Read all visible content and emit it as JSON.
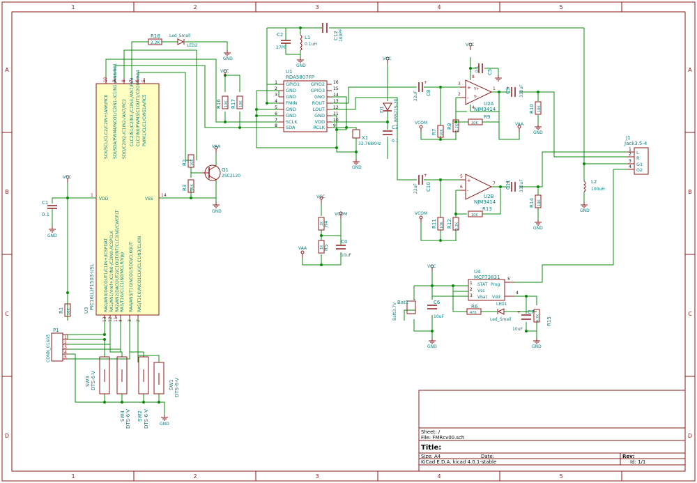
{
  "colors": {
    "frame": "#8b1a1a",
    "wire": "#0a8a0a",
    "part": "#8b1a1a",
    "label": "#0a7f7f",
    "ic_fill": "#ffffc2",
    "ref": "#0a0a0a",
    "junction": "#0a8a0a"
  },
  "frame": {
    "cols": [
      "1",
      "2",
      "3",
      "4",
      "5"
    ],
    "rows": [
      "A",
      "B",
      "C",
      "D"
    ]
  },
  "title_block": {
    "sheet": "Sheet: /",
    "file": "File: FMRcv00.sch",
    "title": "Title:",
    "size": "Size: A4",
    "date": "Date:",
    "rev": "Rev:",
    "tool": "KiCad E.D.A.  kicad 4.0.1-stable",
    "id": "Id: 1/1"
  },
  "mcu": {
    "ref": "U3",
    "value": "PIC16(L)F1503-I/SL",
    "pins_top": [
      {
        "num": "10",
        "name": "SCK/SCL/CLC2/C2IN+/AN6/RC0"
      },
      {
        "num": "9",
        "name": "SDI/SDA/PWM4/NCO1/C2IN1-/C1IN1-/AN5/RC1"
      },
      {
        "num": "8",
        "name": "SDO/C2IN2-/C1IN2-/AN7/RC2"
      },
      {
        "num": "7",
        "name": "CLC2IN1/C2IN3-/C1IN3-/AN7/RC3"
      },
      {
        "num": "6",
        "name": "CLC2IN0/PWM3/C1OUT1/C2OUT/RC4"
      },
      {
        "num": "5",
        "name": "PWM1/CLC1/CWG1A/RC5"
      }
    ],
    "pins_bottom": [
      {
        "num": "13",
        "name": "RA0/AN0/DACOUT1/C1IN+/ICSPDAT"
      },
      {
        "num": "12",
        "name": "RA1/AN1/Vref+/C1IN0-/C2IN0-/ICSPCLK"
      },
      {
        "num": "11",
        "name": "RA2/AN2/DACOUT2/C1OUT/INT/CLC1IN0/CWGFLT"
      },
      {
        "num": "4",
        "name": "RA3/T1G/CLC1IN0/MCLR/Vpp"
      },
      {
        "num": "3",
        "name": "RA4/AN3/T1G/NCO1/SDO/CLKOUT"
      },
      {
        "num": "2",
        "name": "RA5/T1CKI/NCO1CLK/CLC1IN3/CLKIN"
      }
    ],
    "vdd": "VDD",
    "vss": "VSS",
    "vdd_pin": "1",
    "vss_pin": "14"
  },
  "radio": {
    "ref": "U1",
    "value": "RDA5807FP",
    "left": [
      {
        "n": "1",
        "s": "GPIO1"
      },
      {
        "n": "2",
        "s": "GND"
      },
      {
        "n": "3",
        "s": "GND"
      },
      {
        "n": "4",
        "s": "FMIN"
      },
      {
        "n": "5",
        "s": "GND"
      },
      {
        "n": "6",
        "s": "GND"
      },
      {
        "n": "7",
        "s": "SCLK"
      },
      {
        "n": "8",
        "s": "SDA"
      }
    ],
    "right": [
      {
        "n": "16",
        "s": "GPIO2"
      },
      {
        "n": "15",
        "s": "GPIO3"
      },
      {
        "n": "14",
        "s": "GNO"
      },
      {
        "n": "13",
        "s": "ROUT"
      },
      {
        "n": "12",
        "s": "LOUT"
      },
      {
        "n": "11",
        "s": "GND"
      },
      {
        "n": "10",
        "s": "VDD"
      },
      {
        "n": "9",
        "s": "RCLK"
      }
    ]
  },
  "opamp_a": {
    "ref": "U2A",
    "value": "NJM3414",
    "p_plus": "3",
    "p_minus": "2",
    "p_out": "1",
    "p_v": "8",
    "p_g": "4"
  },
  "opamp_b": {
    "ref": "U2B",
    "value": "NJM3414",
    "p_plus": "5",
    "p_minus": "6",
    "p_out": "7"
  },
  "charger": {
    "ref": "U4",
    "value": "MCP73831",
    "l1": "STAT",
    "l2": "Vss",
    "l3": "Vbat",
    "r1": "Prog",
    "r2": "Vdd",
    "n1": "1",
    "n2": "2",
    "n3": "3",
    "n4": "4",
    "n5": "5"
  },
  "jack": {
    "ref": "J1",
    "value": "Jack3.5-4",
    "pins": [
      {
        "n": "1",
        "s": "L"
      },
      {
        "n": "2",
        "s": "R"
      },
      {
        "n": "3",
        "s": "G1"
      },
      {
        "n": "4",
        "s": "G2"
      }
    ]
  },
  "header": {
    "ref": "P1",
    "value": "CONN_01X05",
    "pins": [
      "1",
      "2",
      "3",
      "4",
      "5"
    ]
  },
  "transistor": {
    "ref": "Q1",
    "value": "2SC2120"
  },
  "crystal": {
    "ref": "X1",
    "value": "32.768KHz"
  },
  "diode": {
    "ref": "D1",
    "value": "RB521S-30"
  },
  "battery": {
    "ref": "Bat1",
    "value": "Batt3.7V"
  },
  "led2": {
    "ref": "LED2",
    "value": "Led_Small"
  },
  "led1": {
    "ref": "LED1",
    "value": "Led_Small"
  },
  "switches": [
    {
      "ref": "SW3",
      "value": "DTS-6-V"
    },
    {
      "ref": "SW4",
      "value": "DTS-6-V"
    },
    {
      "ref": "SW2",
      "value": "DTS-6-V"
    },
    {
      "ref": "SW1",
      "value": "DTS-6-V"
    }
  ],
  "passives": {
    "R18": {
      "ref": "R18",
      "value": "2.2K"
    },
    "R16": {
      "ref": "R16",
      "value": "10K"
    },
    "R17": {
      "ref": "R17",
      "value": "10K"
    },
    "R2": {
      "ref": "R2",
      "value": "10K"
    },
    "R3": {
      "ref": "R3",
      "value": "10K"
    },
    "R1": {
      "ref": "R1",
      "value": "10K"
    },
    "R4": {
      "ref": "R4",
      "value": "1K"
    },
    "R5": {
      "ref": "R5",
      "value": "1K"
    },
    "R7": {
      "ref": "R7",
      "value": "10K"
    },
    "R8": {
      "ref": "R8",
      "value": "2.2K"
    },
    "R9": {
      "ref": "R9",
      "value": "10K"
    },
    "R10": {
      "ref": "R10",
      "value": "10K"
    },
    "R11": {
      "ref": "R11",
      "value": "10K"
    },
    "R12": {
      "ref": "R12",
      "value": "2.2K"
    },
    "R13": {
      "ref": "R13",
      "value": "10K"
    },
    "R14": {
      "ref": "R14",
      "value": "10K"
    },
    "R6": {
      "ref": "R6",
      "value": "470"
    },
    "R15": {
      "ref": "R15",
      "value": "4.7K"
    },
    "C1": {
      "ref": "C1",
      "value": "0.1"
    },
    "C2": {
      "ref": "C2",
      "value": "27PF"
    },
    "C3": {
      "ref": "C3",
      "value": "0.1"
    },
    "C4": {
      "ref": "C4",
      "value": "10uF"
    },
    "C5": {
      "ref": "C5",
      "value": "0.1"
    },
    "C6": {
      "ref": "C6",
      "value": "10uF"
    },
    "C7": {
      "ref": "C7",
      "value": "10uF"
    },
    "C8": {
      "ref": "C8",
      "value": "22uF"
    },
    "C9": {
      "ref": "C9",
      "value": "330uF"
    },
    "C10": {
      "ref": "C10",
      "value": "22uF"
    },
    "C11": {
      "ref": "C11",
      "value": "330uF"
    },
    "C12": {
      "ref": "C12",
      "value": "100PF"
    },
    "L1": {
      "ref": "L1",
      "value": "0.1uH"
    },
    "L2": {
      "ref": "L2",
      "value": "100uH"
    }
  },
  "power": {
    "vcc": "VCC",
    "gnd": "GND",
    "vaa": "VAA",
    "vcom": "VCOM"
  }
}
